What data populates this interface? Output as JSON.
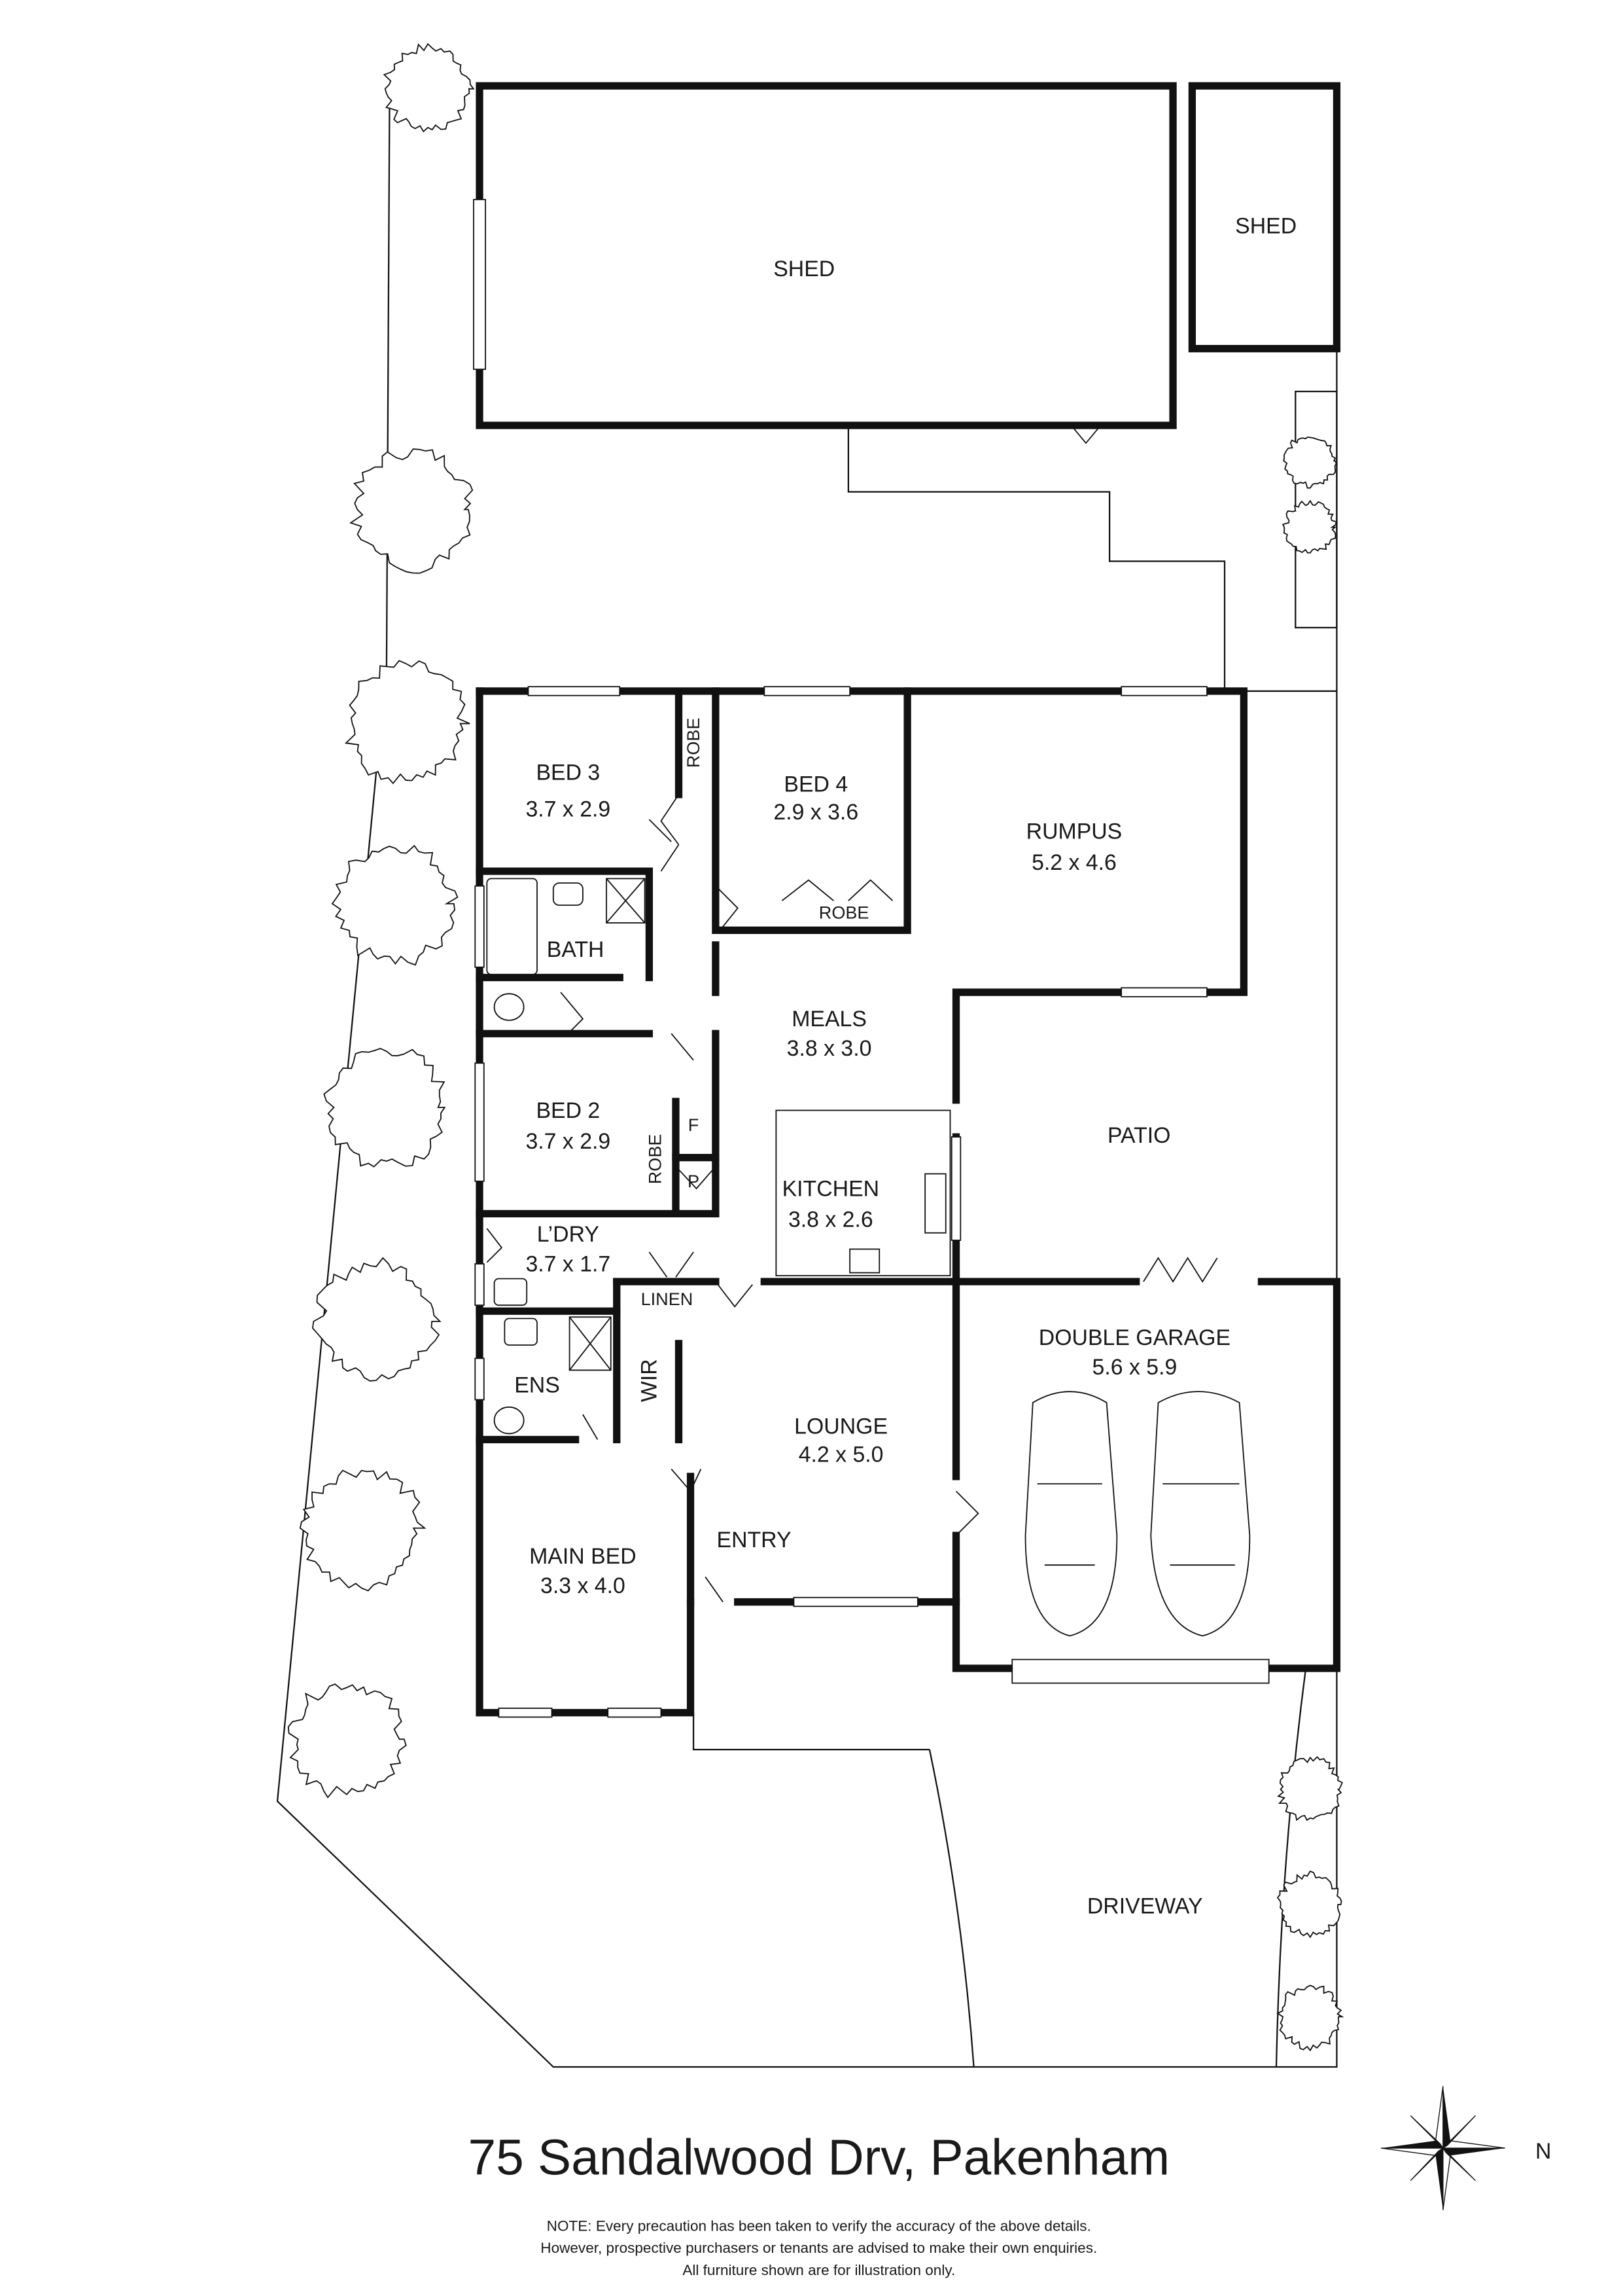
{
  "title": "75 Sandalwood Drv, Pakenham",
  "note": [
    "NOTE: Every precaution has been taken to verify the accuracy of the above details.",
    "However, prospective purchasers or tenants are advised to make their own enquiries.",
    "All furniture shown are for illustration only."
  ],
  "compass": {
    "label": "N",
    "icon": "compass-rose-icon"
  },
  "outbuildings": [
    {
      "name": "SHED"
    },
    {
      "name": "SHED"
    }
  ],
  "rooms": {
    "bed3": {
      "name": "BED 3",
      "size": "3.7 x 2.9"
    },
    "bed4": {
      "name": "BED 4",
      "size": "2.9 x 3.6"
    },
    "rumpus": {
      "name": "RUMPUS",
      "size": "5.2 x 4.6"
    },
    "bath": {
      "name": "BATH"
    },
    "meals": {
      "name": "MEALS",
      "size": "3.8 x 3.0"
    },
    "bed2": {
      "name": "BED 2",
      "size": "3.7 x 2.9"
    },
    "kitchen": {
      "name": "KITCHEN",
      "size": "3.8 x 2.6"
    },
    "patio": {
      "name": "PATIO"
    },
    "ldry": {
      "name": "L’DRY",
      "size": "3.7 x 1.7"
    },
    "linen": {
      "name": "LINEN"
    },
    "garage": {
      "name": "DOUBLE GARAGE",
      "size": "5.6 x 5.9"
    },
    "ens": {
      "name": "ENS"
    },
    "wir": {
      "name": "WIR"
    },
    "lounge": {
      "name": "LOUNGE",
      "size": "4.2 x 5.0"
    },
    "entry": {
      "name": "ENTRY"
    },
    "mainbed": {
      "name": "MAIN BED",
      "size": "3.3 x 4.0"
    },
    "driveway": {
      "name": "DRIVEWAY"
    },
    "robe_bed3": {
      "name": "ROBE"
    },
    "robe_bed4": {
      "name": "ROBE"
    },
    "robe_bed2": {
      "name": "ROBE"
    },
    "fridge": {
      "name": "F"
    },
    "pantry": {
      "name": "P"
    }
  }
}
